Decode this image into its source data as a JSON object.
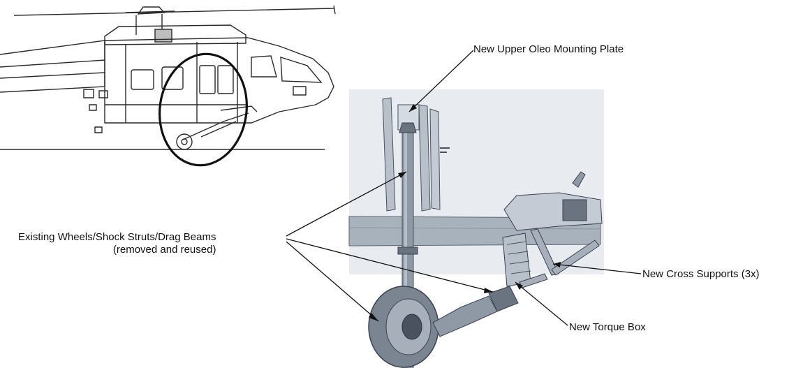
{
  "labels": {
    "upper_oleo_plate": "New Upper Oleo Mounting Plate",
    "existing_line1": "Existing Wheels/Shock Struts/Drag Beams",
    "existing_line2": "(removed and reused)",
    "cross_supports": "New Cross Supports (3x)",
    "torque_box": "New Torque Box"
  },
  "colors": {
    "line_art": "#2a2a2a",
    "render_metal": "#8f99a6",
    "render_dark": "#4a5260",
    "render_light": "#cfd5dd",
    "background_panel": "#e8ecf1"
  }
}
